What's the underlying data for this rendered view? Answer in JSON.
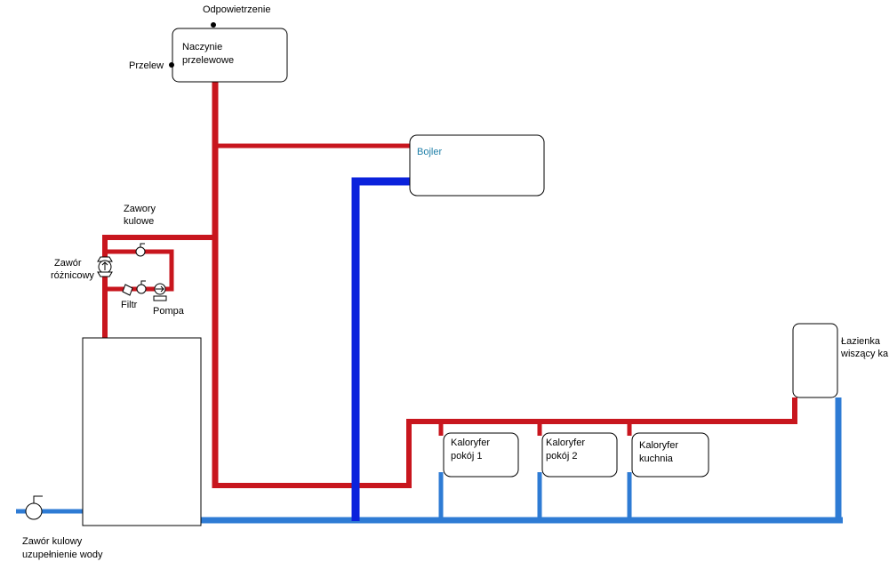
{
  "labels": {
    "odpowietrzenie": "Odpowietrzenie",
    "przelew": "Przelew",
    "naczynie_line1": "Naczynie",
    "naczynie_line2": "przelewowe",
    "bojler": "Bojler",
    "zawory_line1": "Zawory",
    "zawory_line2": "kulowe",
    "zawor_roznicowy_line1": "Zawór",
    "zawor_roznicowy_line2": "różnicowy",
    "filtr": "Filtr",
    "pompa": "Pompa",
    "lazienka_line1": "Łazienka",
    "lazienka_line2": "wiszący ka",
    "kaloryfer1_line1": "Kaloryfer",
    "kaloryfer1_line2": "pokój 1",
    "kaloryfer2_line1": "Kaloryfer",
    "kaloryfer2_line2": "pokój 2",
    "kaloryfer3_line1": "Kaloryfer",
    "kaloryfer3_line2": "kuchnia",
    "zawor_kulowy_line1": "Zawór kulowy",
    "zawor_kulowy_line2": "uzupełnienie wody"
  },
  "colors": {
    "supply_pipe": "#c8161e",
    "boiler_return_pipe": "#0b22dc",
    "return_pipe": "#2e7bd4",
    "bojler_label": "#1f7fa8"
  }
}
